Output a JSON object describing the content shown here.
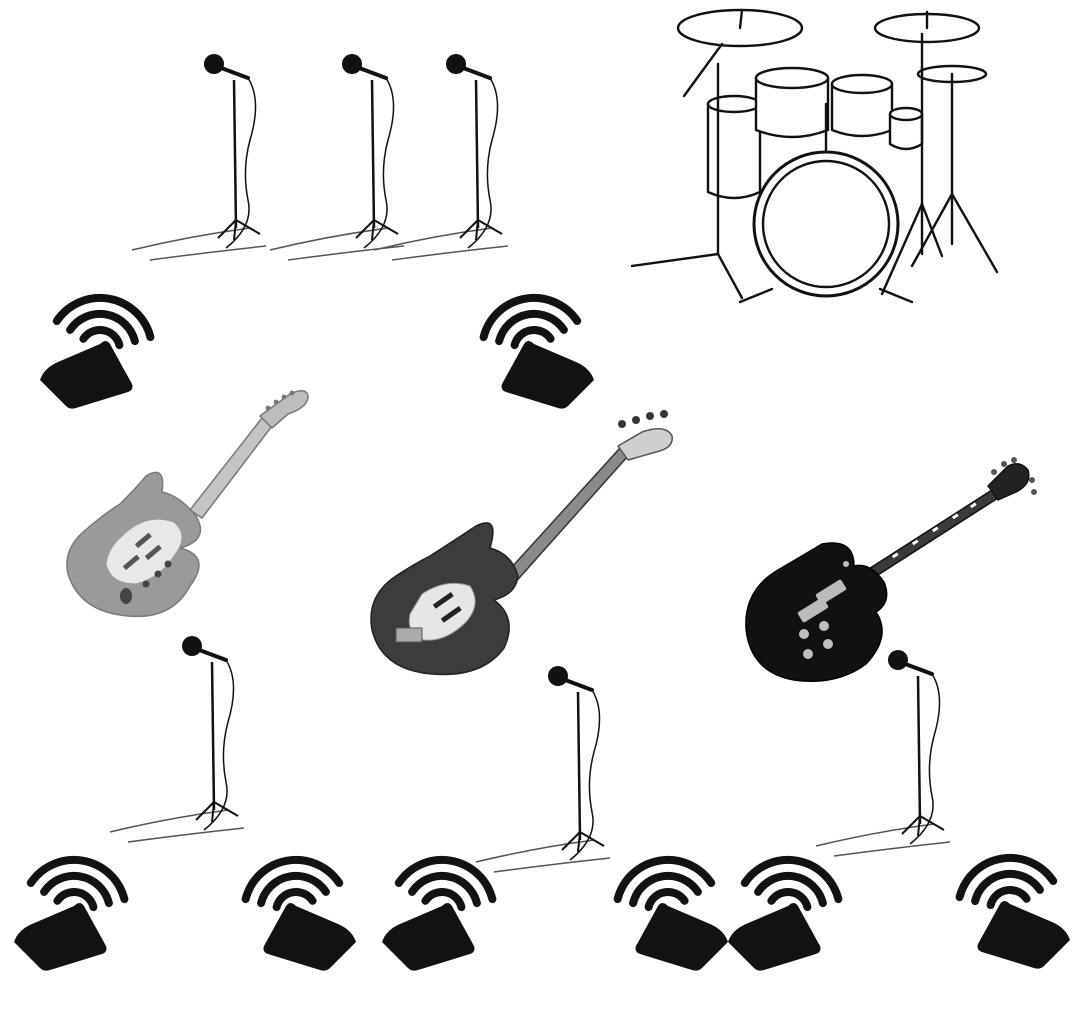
{
  "palette": {
    "background": "#ffffff",
    "ink": "#111111",
    "speaker": "#121212",
    "stratocaster_body": "#9a9a9a",
    "bass_body": "#3c3c3c",
    "les_paul_body": "#111111",
    "line": "#555555"
  },
  "objects": {
    "microphones": {
      "count": 6,
      "icon": "microphone-stand-icon"
    },
    "speakers": {
      "count": 8,
      "icon": "speaker-volume-icon"
    },
    "drum_kit": {
      "count": 1,
      "icon": "drum-kit-icon"
    },
    "guitars": [
      {
        "icon": "electric-guitar-stratocaster-icon"
      },
      {
        "icon": "bass-guitar-icon"
      },
      {
        "icon": "electric-guitar-les-paul-icon"
      }
    ]
  }
}
